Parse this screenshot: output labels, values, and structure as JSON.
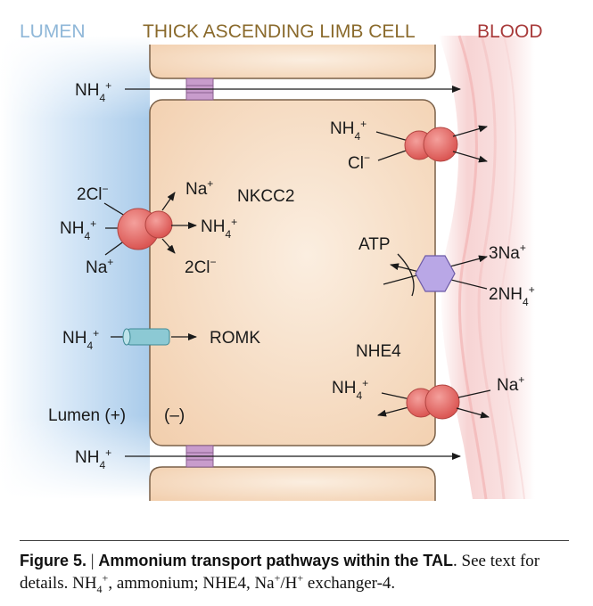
{
  "headers": {
    "lumen": "LUMEN",
    "cell": "THICK ASCENDING LIMB CELL",
    "blood": "BLOOD"
  },
  "colors": {
    "lumen_text": "#8fb7d8",
    "cell_text": "#8a6a2c",
    "blood_text": "#a83a3a",
    "cell_fill": "#f4d6b8",
    "cell_border": "#7a6048",
    "transporter": "#e0625f",
    "channel": "#8cc9d4",
    "atpase": "#b9a7e6",
    "junction": "#c89ccc"
  },
  "paracellular": {
    "top_nh4": "NH",
    "bottom_nh4": "NH",
    "sub": "4",
    "sup": "+"
  },
  "nkcc2": {
    "name": "NKCC2",
    "in_cl": "2Cl",
    "in_cl_sup": "−",
    "in_nh4": "NH",
    "in_na": "Na",
    "out_na": "Na",
    "out_nh4": "NH",
    "out_cl": "2Cl",
    "out_cl_sup": "−"
  },
  "romk": {
    "name": "ROMK",
    "nh4": "NH"
  },
  "basolateral_exchanger": {
    "nh4": "NH",
    "cl": "Cl",
    "cl_sup": "−"
  },
  "atpase": {
    "atp": "ATP",
    "na": "3Na",
    "nh4": "2NH"
  },
  "nhe4": {
    "name": "NHE4",
    "nh4": "NH",
    "na": "Na"
  },
  "potential": {
    "lumen": "Lumen (+)",
    "cell": "(–)"
  },
  "caption": {
    "label": "Figure 5.",
    "sep": " | ",
    "title": "Ammonium transport pathways within the TAL",
    "rest": ". See text for details. NH",
    "sub1": "4",
    "sup1": "+",
    "mid": ", ammonium; NHE4, Na",
    "sup2": "+",
    "slash": "/H",
    "sup3": "+",
    "end": " exchanger-4."
  }
}
